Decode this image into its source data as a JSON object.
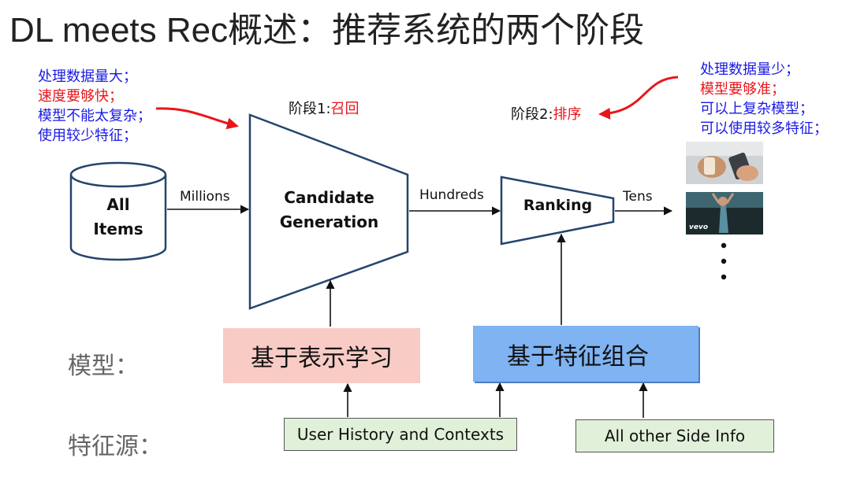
{
  "title": "DL meets Rec概述：推荐系统的两个阶段",
  "left_note": {
    "lines": [
      "处理数据量大；",
      "速度要够快；",
      "模型不能太复杂；",
      "使用较少特征；"
    ]
  },
  "right_note": {
    "lines": [
      "处理数据量少；",
      "模型要够准；",
      "可以上复杂模型；",
      "可以使用较多特征；"
    ]
  },
  "stage1": {
    "prefix": "阶段1:",
    "name": "召回"
  },
  "stage2": {
    "prefix": "阶段2:",
    "name": "排序"
  },
  "all_items": {
    "line1": "All",
    "line2": "Items"
  },
  "candidate": {
    "line1": "Candidate",
    "line2": "Generation"
  },
  "ranking": "Ranking",
  "flow": {
    "millions": "Millions",
    "hundreds": "Hundreds",
    "tens": "Tens"
  },
  "row_labels": {
    "model": "模型：",
    "features": "特征源："
  },
  "models": {
    "left": "基于表示学习",
    "right": "基于特征组合"
  },
  "sources": {
    "left": "User History and Contexts",
    "right": "All other Side Info"
  },
  "colors": {
    "blue_text": "#1a1ae6",
    "red_text": "#e8161b",
    "model_left_bg": "#f8cbc5",
    "model_right_bg": "#7fb3f2",
    "source_bg": "#e1f0d9"
  },
  "thumbnails": {
    "video_logo": "vevo"
  }
}
